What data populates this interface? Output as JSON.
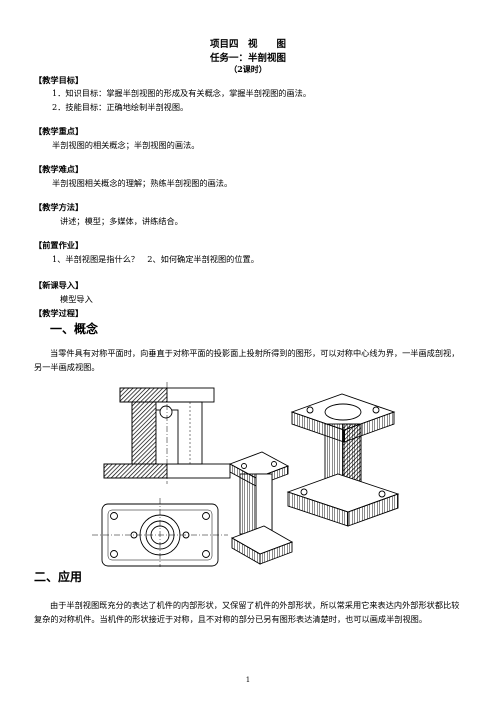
{
  "header": {
    "title": "项目四　视　　图",
    "subtitle": "任务一：半剖视图",
    "hours": "（2课时）"
  },
  "sections": {
    "goals_heading": "【教学目标】",
    "goal1": "1．知识目标：掌握半剖视图的形成及有关概念，掌握半剖视图的画法。",
    "goal2": "2．技能目标：正确地绘制半剖视图。",
    "key_heading": "【教学重点】",
    "key_text": "半剖视图的相关概念；半剖视图的画法。",
    "difficult_heading": "【教学难点】",
    "difficult_text": "半剖视图相关概念的理解；熟练半剖视图的画法。",
    "method_heading": "【教学方法】",
    "method_text": "讲述；模型；多媒体，讲练结合。",
    "homework_heading": "【前置作业】",
    "homework_text": "1、半剖视图是指什么？　2、如何确定半剖视图的位置。",
    "intro_heading": "【新课导入】",
    "intro_text": "模型导入",
    "process_heading": "【教学过程】"
  },
  "concept": {
    "heading": "一、概念",
    "text": "当零件具有对称平面时，向垂直于对称平面的投影面上投射所得到的图形，可以对称中心线为界，一半画成剖视，另一半画成视图。"
  },
  "application": {
    "heading": "二、应用",
    "text": "由于半剖视图既充分的表达了机件的内部形状，又保留了机件的外部形状，所以常采用它来表达内外部形状都比较复杂的对称机件。当机件的形状接近于对称，且不对称的部分已另有图形表达清楚时，也可以画成半剖视图。"
  },
  "footer": {
    "page_number": "1"
  }
}
